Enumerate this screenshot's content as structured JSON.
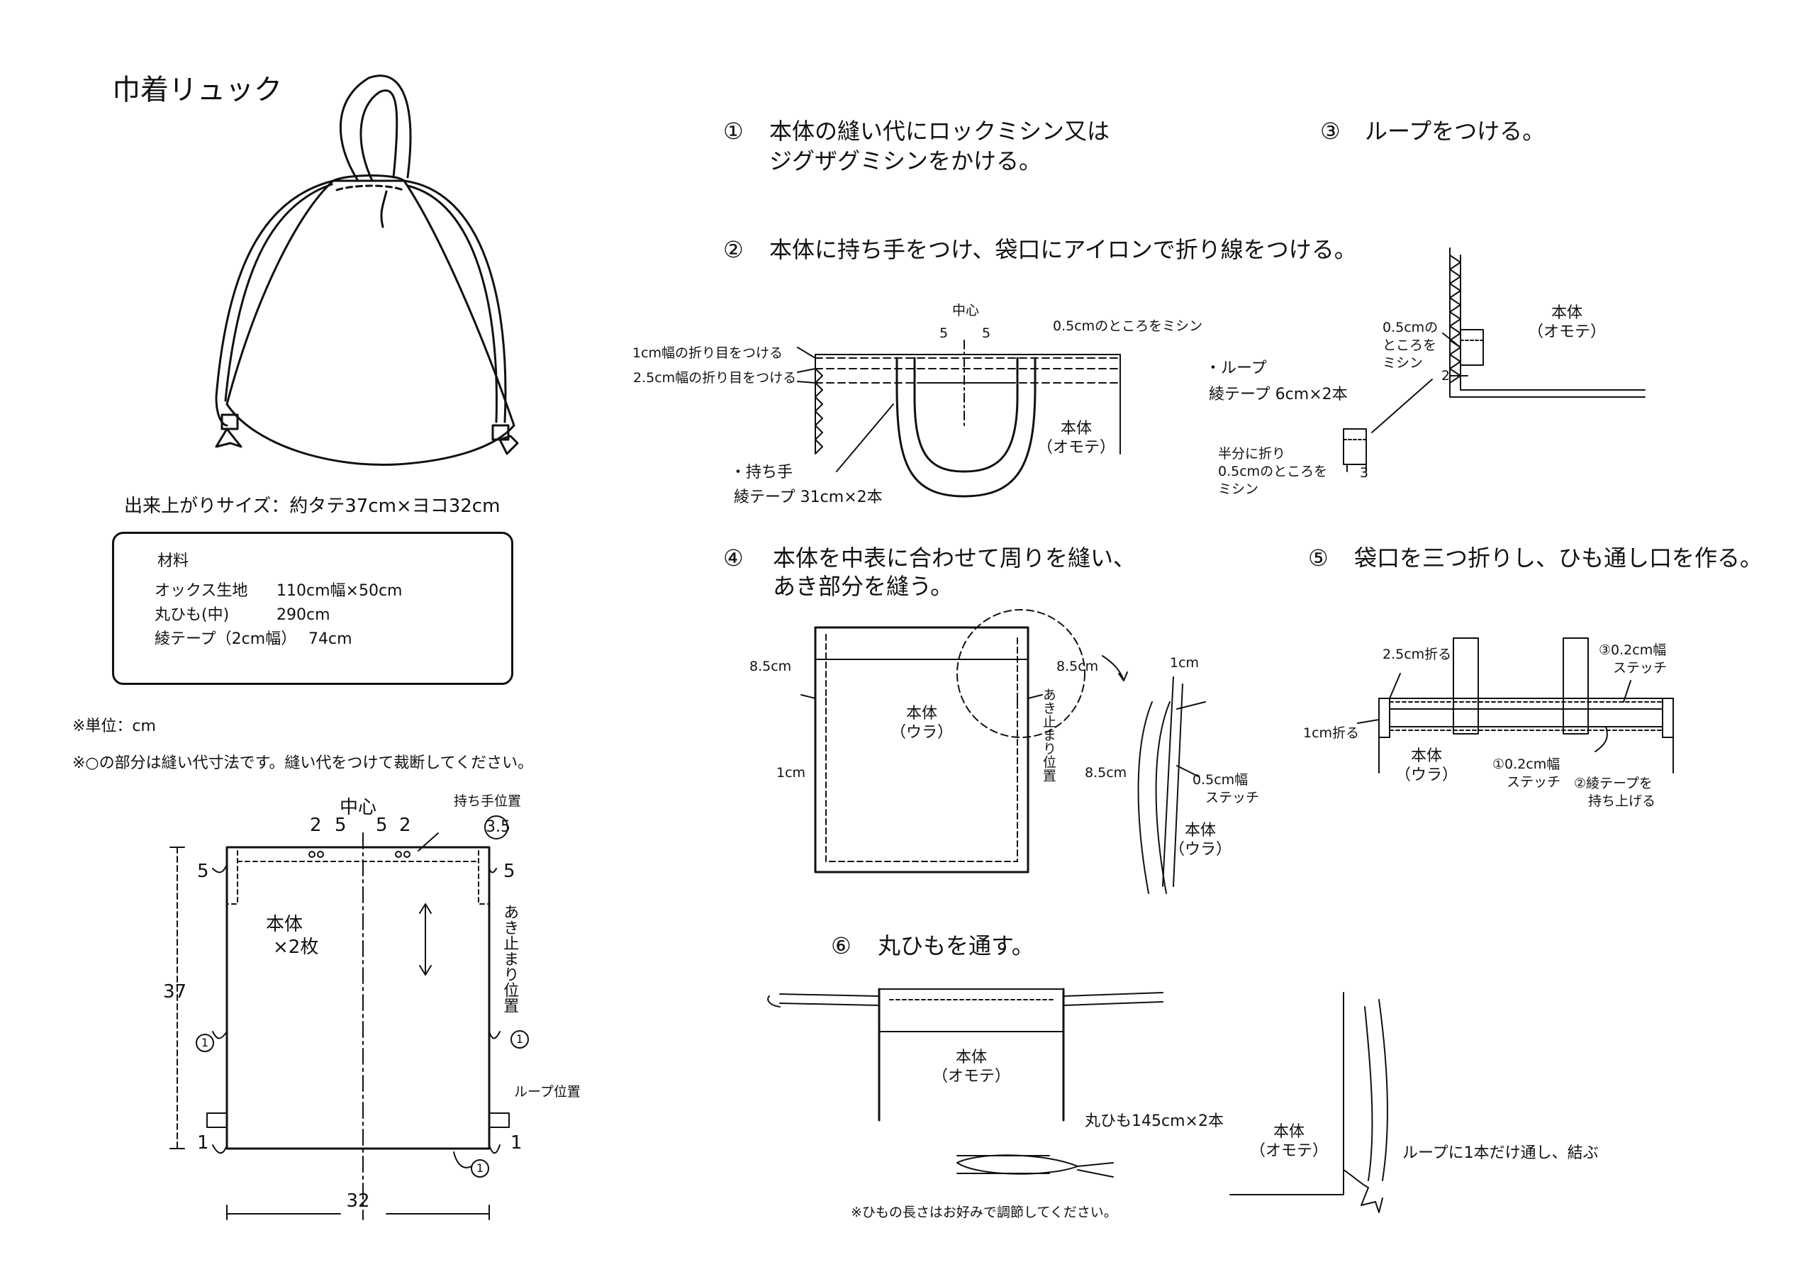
{
  "title": "巾着リュック",
  "finished_size": "出来上がりサイズ：約タテ37cm×ヨコ32cm",
  "materials": {
    "heading": "材料",
    "rows": [
      {
        "name": "オックス生地",
        "qty": "110cm幅×50cm"
      },
      {
        "name": "丸ひも(中)",
        "qty": "290cm"
      },
      {
        "name": "綾テープ（2cm幅）",
        "qty": "74cm"
      }
    ]
  },
  "notes": {
    "unit": "※単位：cm",
    "seam": "※○の部分は縫い代寸法です。縫い代をつけて裁断してください。"
  },
  "pattern": {
    "center": "中心",
    "handle_position": "持ち手位置",
    "seam_top": "3.5",
    "n2": "2",
    "n5": "5",
    "body_label": "本体",
    "count_label": "×2枚",
    "opening_stop": "あき止まり位置",
    "height": "37",
    "width": "32",
    "loop_position": "ループ位置",
    "c1": "1",
    "n1": "1"
  },
  "steps": {
    "s1": {
      "num": "①",
      "line1": "本体の縫い代にロックミシン又は",
      "line2": "ジグザグミシンをかける。"
    },
    "s2": {
      "num": "②",
      "text": "本体に持ち手をつけ、袋口にアイロンで折り線をつける。"
    },
    "s3": {
      "num": "③",
      "text": "ループをつける。"
    },
    "s4": {
      "num": "④",
      "line1": "本体を中表に合わせて周りを縫い、",
      "line2": "あき部分を縫う。"
    },
    "s5": {
      "num": "⑤",
      "text": "袋口を三つ折りし、ひも通し口を作る。"
    },
    "s6": {
      "num": "⑥",
      "text": "丸ひもを通す。"
    }
  },
  "step2": {
    "center": "中心",
    "n5": "5",
    "fold1": "1cm幅の折り目をつける",
    "fold25": "2.5cm幅の折り目をつける",
    "stitch": "0.5cmのところをミシン",
    "body": "本体",
    "front": "（オモテ）",
    "handle": "・持ち手",
    "handle_tape": "綾テープ 31cm×2本"
  },
  "step3": {
    "stitch1": "0.5cmの",
    "stitch2": "ところを",
    "stitch3": "ミシン",
    "n2": "2",
    "body": "本体",
    "front": "（オモテ）",
    "loop": "・ループ",
    "loop_tape": "綾テープ 6cm×2本",
    "fold1": "半分に折り",
    "fold2": "0.5cmのところを",
    "fold3": "ミシン",
    "n3": "3"
  },
  "step4": {
    "m85": "8.5cm",
    "m1": "1cm",
    "body": "本体",
    "back": "（ウラ）",
    "opening_stop": "あき止まり位置",
    "stitch05a": "0.5cm幅",
    "stitch05b": "ステッチ"
  },
  "step5": {
    "fold25": "2.5cm折る",
    "fold1": "1cm折る",
    "stitch3a": "③0.2cm幅",
    "stitch3b": "ステッチ",
    "body": "本体",
    "back": "（ウラ）",
    "stitch1a": "①0.2cm幅",
    "stitch1b": "ステッチ",
    "tape_a": "②綾テープを",
    "tape_b": "持ち上げる"
  },
  "step6": {
    "body": "本体",
    "front": "（オモテ）",
    "cord": "丸ひも145cm×2本",
    "note": "※ひもの長さはお好みで調節してください。",
    "loop_tie": "ループに1本だけ通し、結ぶ"
  }
}
